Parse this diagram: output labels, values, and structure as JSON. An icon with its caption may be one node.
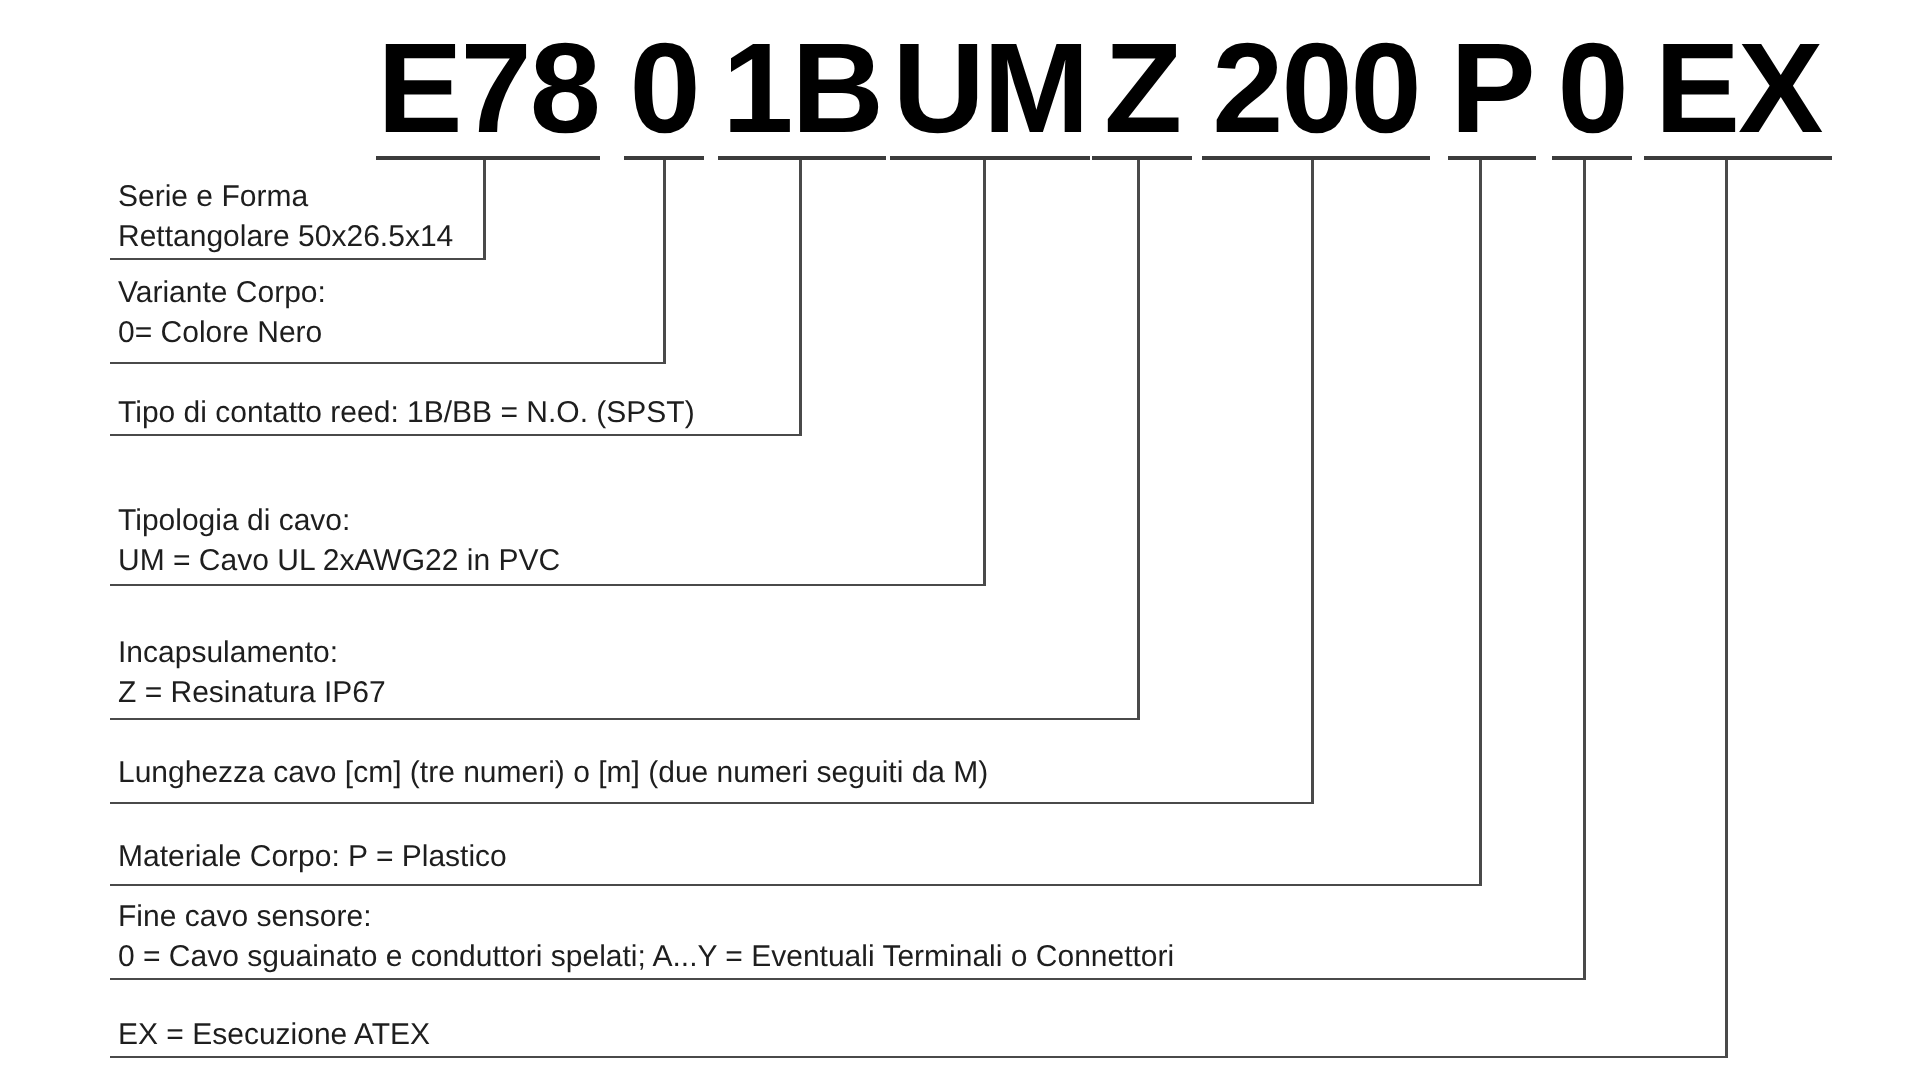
{
  "diagram": {
    "nodes": [
      {
        "text": [
          "E78"
        ]
      },
      {
        "text": [
          "0"
        ]
      },
      {
        "text": [
          "1B"
        ]
      },
      {
        "text": [
          "UM"
        ]
      },
      {
        "text": [
          "Z"
        ]
      },
      {
        "text": [
          "200"
        ]
      },
      {
        "text": [
          "P"
        ]
      },
      {
        "text": [
          "0"
        ]
      },
      {
        "text": [
          "EX"
        ]
      },
      {
        "text": [
          "Serie e Forma",
          "Rettangolare 50x26.5x14"
        ]
      },
      {
        "text": [
          "Variante Corpo:",
          "0= Colore Nero"
        ]
      },
      {
        "text": [
          "Tipo di contatto reed: 1B/BB = N.O. (SPST)"
        ]
      },
      {
        "text": [
          "Tipologia di cavo:",
          "UM = Cavo UL 2xAWG22 in PVC"
        ]
      },
      {
        "text": [
          "Incapsulamento:",
          "Z = Resinatura IP67"
        ]
      },
      {
        "text": [
          "Lunghezza cavo [cm] (tre numeri) o [m] (due numeri seguiti da M)"
        ]
      },
      {
        "text": [
          "Materiale Corpo: P = Plastico"
        ]
      },
      {
        "text": [
          "Fine cavo sensore:",
          "0 = Cavo sguainato e conduttori spelati; A...Y = Eventuali Terminali o Connettori"
        ]
      },
      {
        "text": [
          "EX = Esecuzione ATEX"
        ]
      }
    ],
    "edges": [
      {
        "from": 9,
        "to": 0,
        "arrow": "none"
      },
      {
        "from": 10,
        "to": 1,
        "arrow": "none"
      },
      {
        "from": 11,
        "to": 2,
        "arrow": "none"
      },
      {
        "from": 12,
        "to": 3,
        "arrow": "none"
      },
      {
        "from": 13,
        "to": 4,
        "arrow": "none"
      },
      {
        "from": 14,
        "to": 5,
        "arrow": "none"
      },
      {
        "from": 15,
        "to": 6,
        "arrow": "none"
      },
      {
        "from": 16,
        "to": 7,
        "arrow": "none"
      },
      {
        "from": 17,
        "to": 8,
        "arrow": "none"
      }
    ]
  }
}
